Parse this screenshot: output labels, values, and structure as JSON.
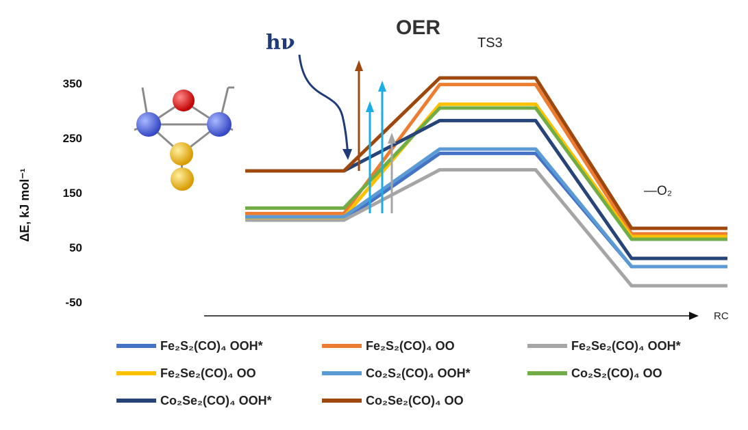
{
  "chart_data": {
    "type": "line",
    "title": "OER",
    "annotation_top": "TS3",
    "annotation_light": "hν",
    "xlabel": "RC",
    "ylabel": "ΔE, kJ mol⁻¹",
    "yticks": [
      350,
      250,
      150,
      50,
      -50
    ],
    "ylim": [
      -75,
      400
    ],
    "grid": false,
    "legend_placement": "bottom",
    "product_label": "—O₂",
    "x_stages": [
      0,
      1,
      2,
      3,
      4,
      5
    ],
    "series": [
      {
        "name": "Fe₂S₂(CO)₄ OOH*",
        "color": "#4472c4",
        "values": [
          100,
          100,
          222,
          222,
          15,
          15
        ]
      },
      {
        "name": "Fe₂S₂(CO)₄ OO",
        "color": "#ed7d31",
        "values": [
          112,
          112,
          348,
          348,
          75,
          75
        ]
      },
      {
        "name": "Fe₂Se₂(CO)₄ OOH*",
        "color": "#a5a5a5",
        "values": [
          100,
          100,
          192,
          192,
          -20,
          -20
        ]
      },
      {
        "name": "Fe₂Se₂(CO)₄ OO",
        "color": "#ffc000",
        "values": [
          105,
          105,
          312,
          312,
          70,
          70
        ]
      },
      {
        "name": "Co₂S₂(CO)₄ OOH*",
        "color": "#5b9bd5",
        "values": [
          106,
          106,
          230,
          230,
          15,
          15
        ]
      },
      {
        "name": "Co₂S₂(CO)₄ OO",
        "color": "#70ad47",
        "values": [
          122,
          122,
          305,
          305,
          65,
          65
        ]
      },
      {
        "name": "Co₂Se₂(CO)₄ OOH*",
        "color": "#264478",
        "values": [
          190,
          190,
          282,
          282,
          30,
          30
        ]
      },
      {
        "name": "Co₂Se₂(CO)₄ OO",
        "color": "#9e480e",
        "values": [
          190,
          190,
          360,
          360,
          85,
          85
        ]
      }
    ]
  },
  "colors": {
    "arrow_brown": "#9e480e",
    "arrow_cyan": "#1aaee8",
    "arrow_grey": "#a5a5a5",
    "hv_curve": "#1f3a78",
    "atom_oxygen": "#e00000",
    "atom_metal": "#5a6fe0",
    "atom_chalcogen": "#f2c01e"
  },
  "icons": {
    "molecule": "molecule-structure-icon"
  }
}
